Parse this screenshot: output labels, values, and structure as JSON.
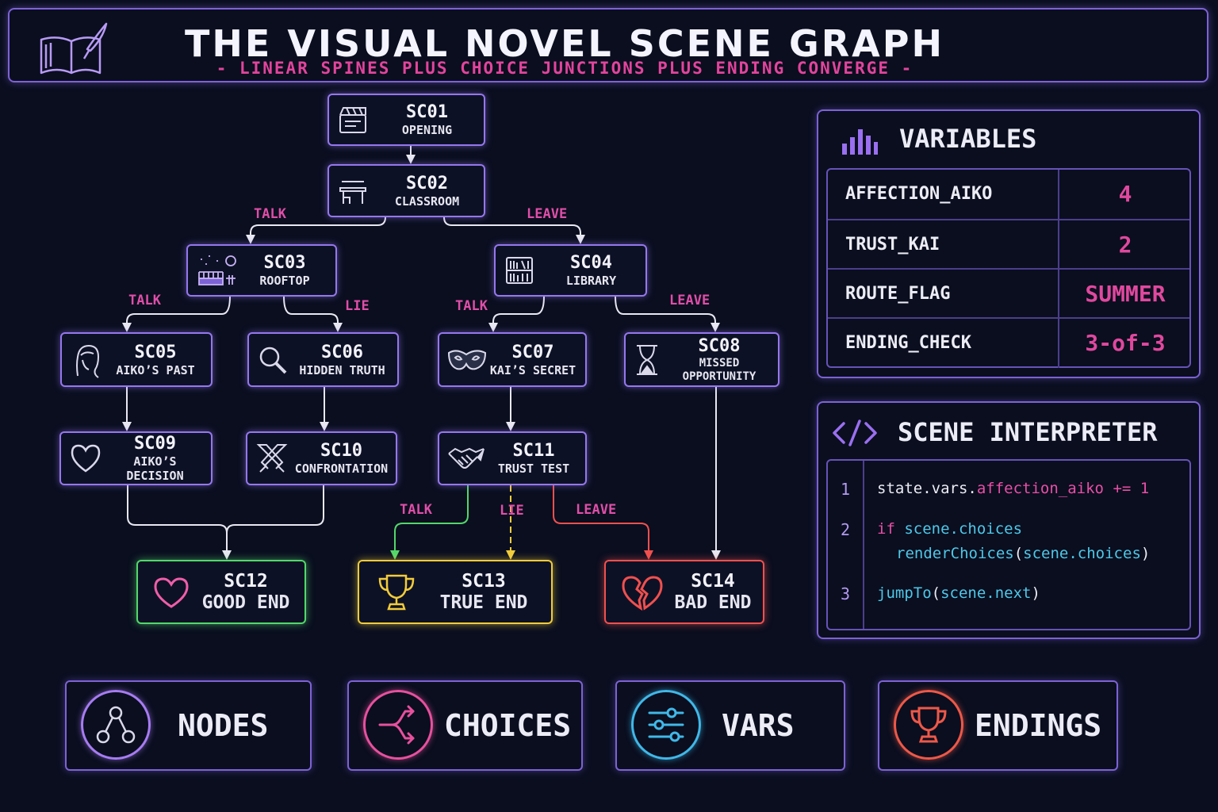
{
  "header": {
    "title": "THE VISUAL NOVEL SCENE GRAPH",
    "subtitle": "- LINEAR SPINES PLUS CHOICE JUNCTIONS PLUS ENDING CONVERGE -"
  },
  "nodes": {
    "sc01": {
      "id": "SC01",
      "name": "OPENING"
    },
    "sc02": {
      "id": "SC02",
      "name": "CLASSROOM"
    },
    "sc03": {
      "id": "SC03",
      "name": "ROOFTOP"
    },
    "sc04": {
      "id": "SC04",
      "name": "LIBRARY"
    },
    "sc05": {
      "id": "SC05",
      "name": "AIKO’S PAST"
    },
    "sc06": {
      "id": "SC06",
      "name": "HIDDEN TRUTH"
    },
    "sc07": {
      "id": "SC07",
      "name": "KAI’S SECRET"
    },
    "sc08": {
      "id": "SC08",
      "name_line1": "MISSED",
      "name_line2": "OPPORTUNITY"
    },
    "sc09": {
      "id": "SC09",
      "name": "AIKO’S DECISION"
    },
    "sc10": {
      "id": "SC10",
      "name": "CONFRONTATION"
    },
    "sc11": {
      "id": "SC11",
      "name": "TRUST TEST"
    },
    "sc12": {
      "id": "SC12",
      "name": "GOOD END"
    },
    "sc13": {
      "id": "SC13",
      "name": "TRUE END"
    },
    "sc14": {
      "id": "SC14",
      "name": "BAD END"
    }
  },
  "edge_labels": {
    "sc02_talk": "TALK",
    "sc02_leave": "LEAVE",
    "sc03_talk": "TALK",
    "sc03_lie": "LIE",
    "sc04_talk": "TALK",
    "sc04_leave": "LEAVE",
    "sc11_talk": "TALK",
    "sc11_lie": "LIE",
    "sc11_leave": "LEAVE"
  },
  "colors": {
    "node_border": "#9577ee",
    "good_end": "#52d86a",
    "true_end": "#f2cc3a",
    "bad_end": "#f0504e",
    "label_pink": "#e04ea8",
    "edge_white": "#e8e8f2"
  },
  "variables": {
    "title": "VARIABLES",
    "icon": "bar-chart-icon",
    "rows": [
      {
        "key": "AFFECTION_AIKO",
        "value": "4"
      },
      {
        "key": "TRUST_KAI",
        "value": "2"
      },
      {
        "key": "ROUTE_FLAG",
        "value": "SUMMER"
      },
      {
        "key": "ENDING_CHECK",
        "value": "3-of-3"
      }
    ]
  },
  "interpreter": {
    "title": "SCENE INTERPRETER",
    "icon": "code-brackets-icon",
    "line_numbers": [
      "1",
      "2",
      "3"
    ],
    "line1": {
      "a": "state.vars.",
      "b": "affection_aiko",
      "c": " += ",
      "d": "1"
    },
    "line2": {
      "a": "if ",
      "b": "scene.choices"
    },
    "line2b": {
      "a": "renderChoices",
      "b": "(",
      "c": "scene.choices",
      "d": ")"
    },
    "line3": {
      "a": "jumpTo",
      "b": "(",
      "c": "scene.next",
      "d": ")"
    }
  },
  "legend": [
    {
      "label": "NODES",
      "icon": "nodes-icon",
      "color": "#a77cf2"
    },
    {
      "label": "CHOICES",
      "icon": "branch-icon",
      "color": "#e8509e"
    },
    {
      "label": "VARS",
      "icon": "sliders-icon",
      "color": "#40b8e8"
    },
    {
      "label": "ENDINGS",
      "icon": "trophy-icon",
      "color": "#ee5848"
    }
  ]
}
